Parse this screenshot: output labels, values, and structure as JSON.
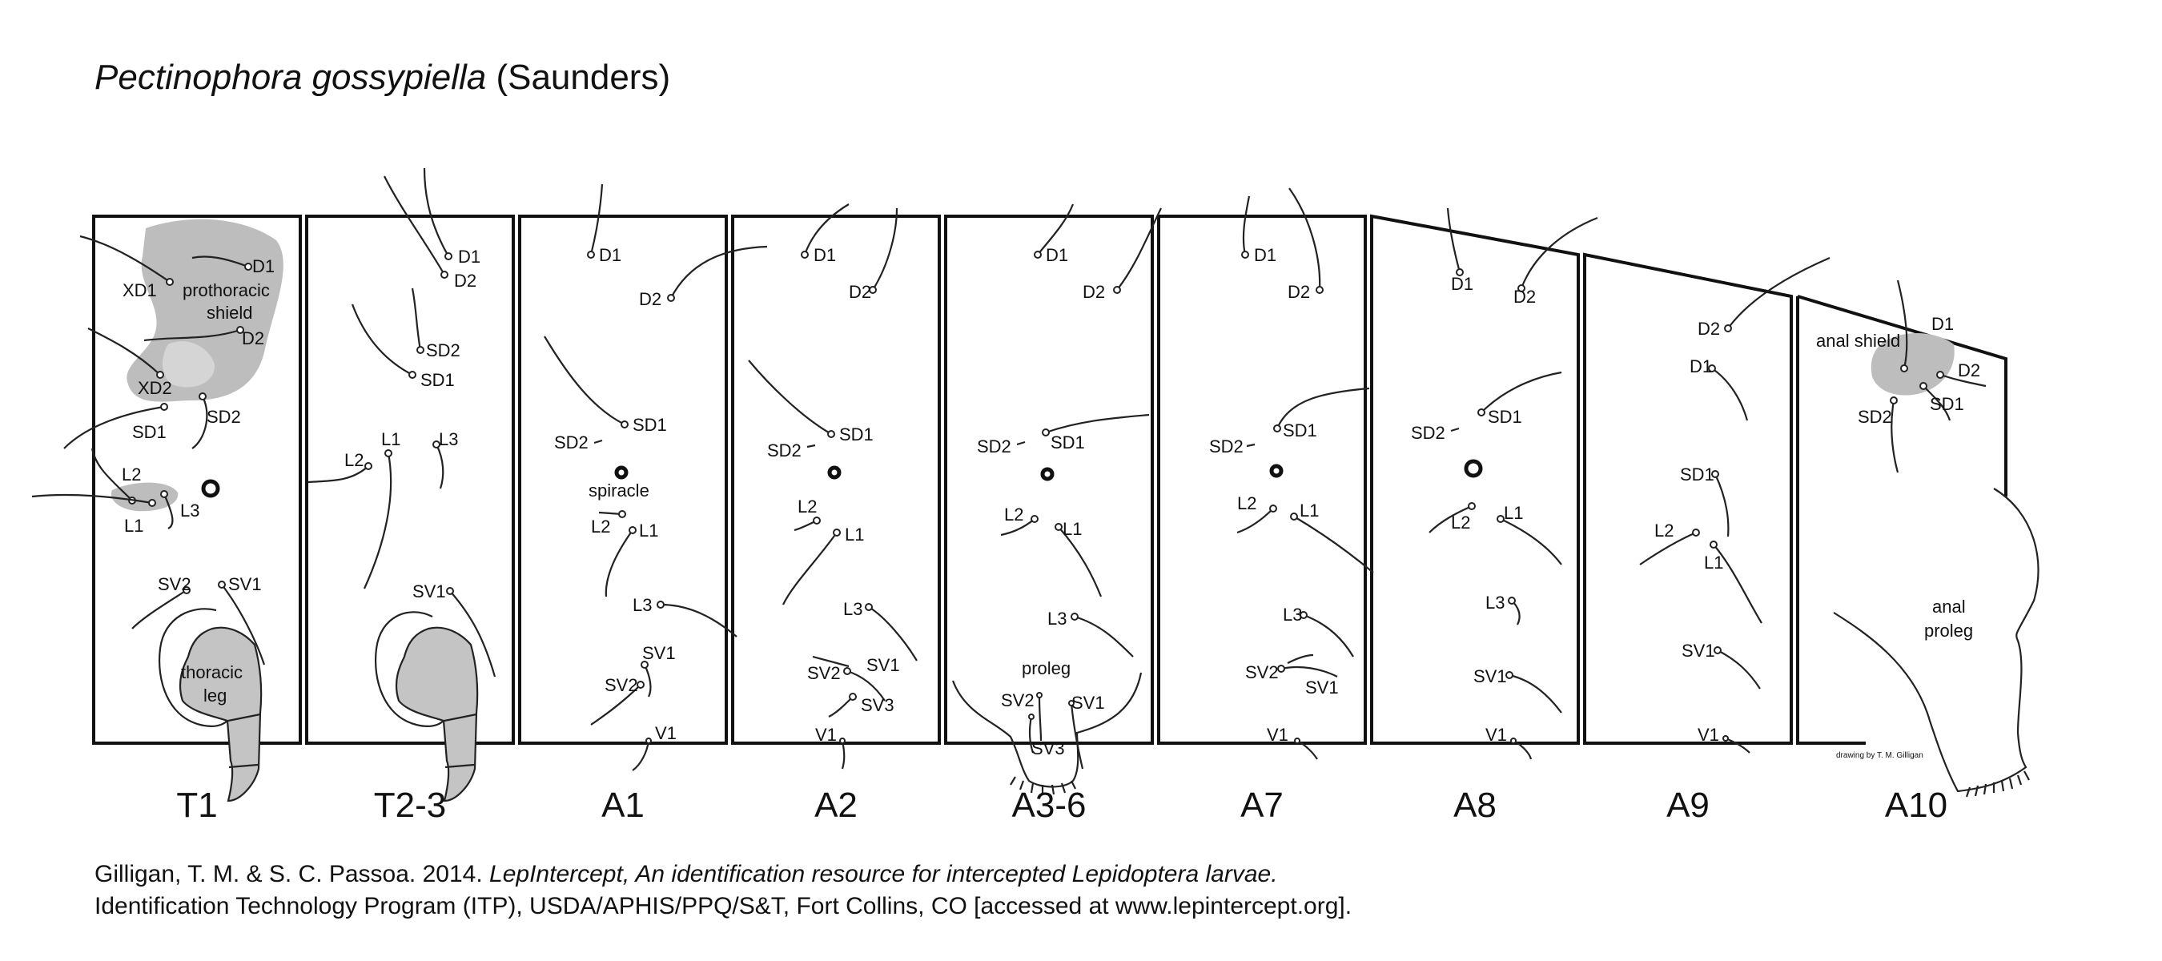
{
  "title": {
    "species": "Pectinophora gossypiella",
    "author": "(Saunders)"
  },
  "segments": [
    "T1",
    "T2-3",
    "A1",
    "A2",
    "A3-6",
    "A7",
    "A8",
    "A9",
    "A10"
  ],
  "labels": {
    "t1": [
      "D1",
      "XD1",
      "prothoracic",
      "shield",
      "D2",
      "XD2",
      "SD2",
      "SD1",
      "L2",
      "L3",
      "L1",
      "SV2",
      "SV1",
      "thoracic",
      "leg"
    ],
    "t23": [
      "D1",
      "D2",
      "SD2",
      "SD1",
      "L1",
      "L3",
      "L2",
      "SV1"
    ],
    "a1": [
      "D1",
      "D2",
      "SD1",
      "SD2",
      "spiracle",
      "L2",
      "L1",
      "L3",
      "SV1",
      "SV2",
      "V1"
    ],
    "a2": [
      "D1",
      "D2",
      "SD1",
      "SD2",
      "L2",
      "L1",
      "L3",
      "SV1",
      "SV2",
      "SV3",
      "V1"
    ],
    "a36": [
      "D1",
      "D2",
      "SD2",
      "SD1",
      "L2",
      "L1",
      "L3",
      "proleg",
      "SV2",
      "SV1",
      "SV3"
    ],
    "a7": [
      "D1",
      "D2",
      "SD1",
      "SD2",
      "L2",
      "L1",
      "L3",
      "SV2",
      "SV1",
      "V1"
    ],
    "a8": [
      "D1",
      "D2",
      "SD2",
      "SD1",
      "L2",
      "L1",
      "L3",
      "SV1",
      "V1"
    ],
    "a9": [
      "D2",
      "D1",
      "SD1",
      "L2",
      "L1",
      "SV1",
      "V1"
    ],
    "a10": [
      "D1",
      "anal shield",
      "D2",
      "SD2",
      "SD1",
      "anal",
      "proleg"
    ]
  },
  "credit": "drawing by T. M. Gilligan",
  "citation": {
    "line1_pre": "Gilligan, T. M. & S. C. Passoa. 2014.",
    "line1_italic": "LepIntercept, An identification resource for intercepted Lepidoptera larvae.",
    "line2": "Identification Technology Program (ITP), USDA/APHIS/PPQ/S&T, Fort Collins, CO [accessed at www.lepintercept.org]."
  }
}
